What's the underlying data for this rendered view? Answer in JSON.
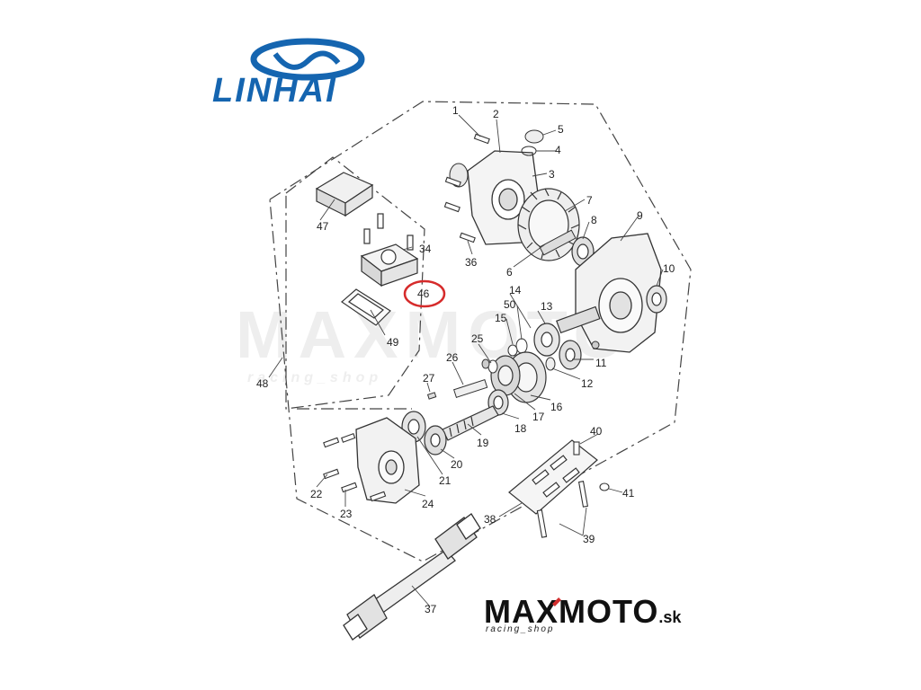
{
  "brand": {
    "name": "LINHAI",
    "color": "#1565b0"
  },
  "shop_logo": {
    "part1": "MAX",
    "part2": "MOTO",
    "suffix": ".sk",
    "tagline": "racing_shop",
    "accent": "#d32f2f"
  },
  "watermark": {
    "text": "MAXMOTO",
    "tagline": "racing_shop"
  },
  "highlight": {
    "part": "46",
    "color": "#d62b2b"
  },
  "callouts": {
    "c1": "1",
    "c2": "2",
    "c3": "3",
    "c4": "4",
    "c5": "5",
    "c6": "6",
    "c7": "7",
    "c8": "8",
    "c9": "9",
    "c10": "10",
    "c11": "11",
    "c12": "12",
    "c13": "13",
    "c14": "14",
    "c15": "15",
    "c16": "16",
    "c17": "17",
    "c18": "18",
    "c19": "19",
    "c20": "20",
    "c21": "21",
    "c22": "22",
    "c23": "23",
    "c24": "24",
    "c25": "25",
    "c26": "26",
    "c27": "27",
    "c34": "34",
    "c36": "36",
    "c37": "37",
    "c38": "38",
    "c39": "39",
    "c40": "40",
    "c41": "41",
    "c46": "46",
    "c47": "47",
    "c48": "48",
    "c49": "49",
    "c50": "50"
  }
}
